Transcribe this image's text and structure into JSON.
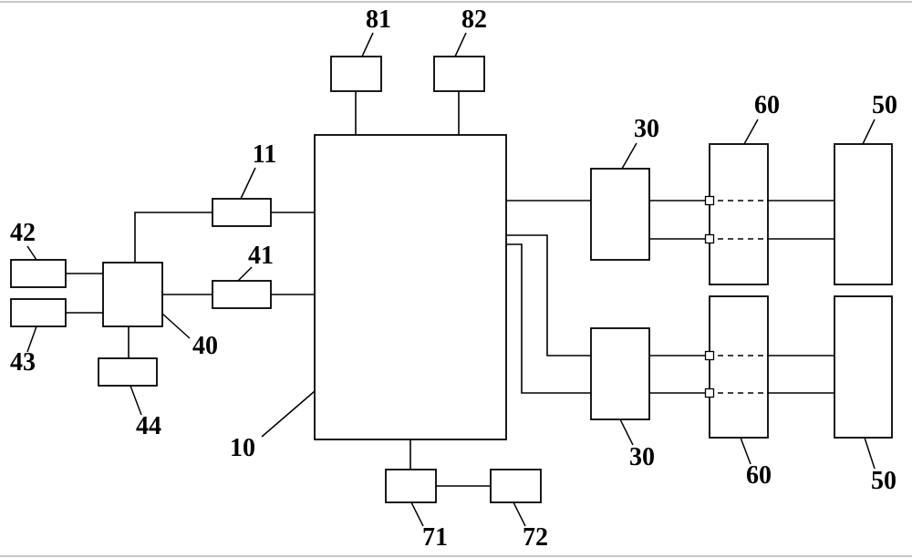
{
  "figure": {
    "type": "patent-block-diagram",
    "labels": {
      "b10": "10",
      "b11": "11",
      "b30_top": "30",
      "b30_bottom": "30",
      "b40": "40",
      "b41": "41",
      "b42": "42",
      "b43": "43",
      "b44": "44",
      "b50_top": "50",
      "b50_bottom": "50",
      "b60_top": "60",
      "b60_bottom": "60",
      "b71": "71",
      "b72": "72",
      "b81": "81",
      "b82": "82"
    },
    "colors": {
      "line": "#000000",
      "background": "#ffffff",
      "frame": "#c9c9c9"
    }
  }
}
